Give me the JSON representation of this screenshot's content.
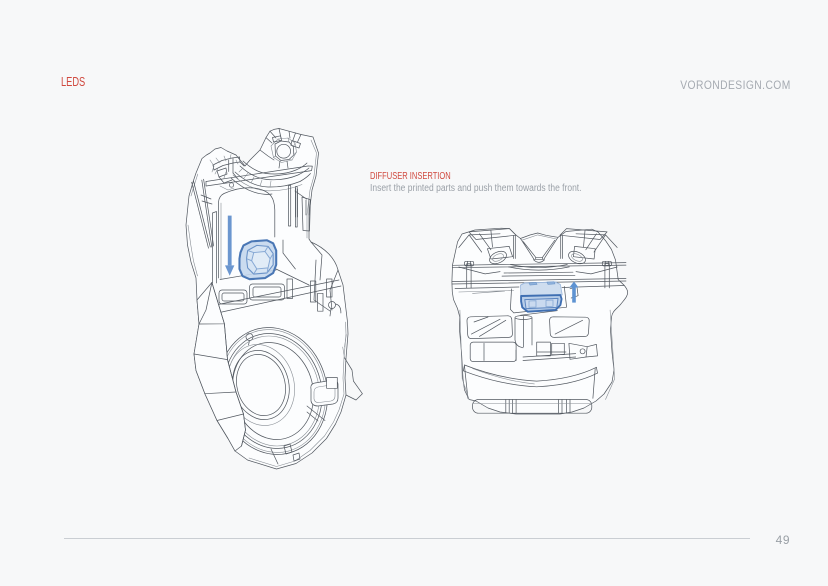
{
  "page": {
    "title": "LEDS",
    "website": "VORONDESIGN.COM",
    "page_number": "49"
  },
  "step": {
    "title": "DIFFUSER INSERTION",
    "description": "Insert the printed parts and push them towards the front."
  },
  "illustrations": {
    "left": {
      "name": "toolhead-shroud-side-view",
      "highlight": "LED diffuser (hexagonal printed part)",
      "arrow_icon": "down-arrow-icon",
      "arrow_direction": "down"
    },
    "right": {
      "name": "toolhead-shroud-front-bottom-view",
      "highlight": "LED diffuser inserted in front pocket",
      "arrow_icon": "up-arrow-icon",
      "arrow_direction": "up"
    }
  },
  "colors": {
    "background": "#f7f8f9",
    "accent_red": "#d0493f",
    "accent_blue": "#5b92d6",
    "diffuser_fill": "#c9daf0",
    "diffuser_stroke": "#4473b4",
    "line_art": "#4a5057",
    "muted_text": "#9ba1a8",
    "divider": "#caced3"
  }
}
